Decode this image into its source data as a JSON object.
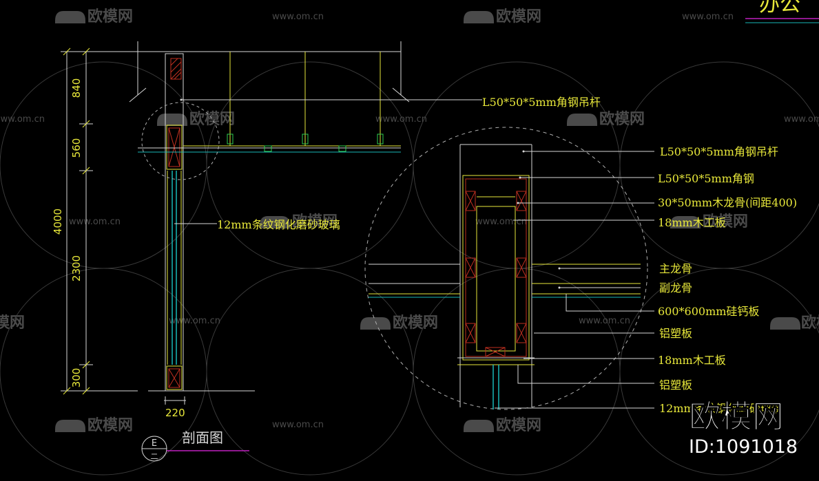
{
  "drawing": {
    "title_partial": "办公",
    "dimensions": {
      "d840": "840",
      "d560": "560",
      "d4000": "4000",
      "d2300": "2300",
      "d300": "300",
      "d220": "220"
    },
    "section_label": "剖面图",
    "section_marker": {
      "top": "E",
      "bottom": "二"
    },
    "main_labels": {
      "hanger_rod": "L50*50*5mm角钢吊杆",
      "glass": "12mm条纹钢化磨砂玻璃"
    },
    "detail_labels": [
      "L50*50*5mm角钢吊杆",
      "L50*50*5mm角钢",
      "30*50mm木龙骨(间距400)",
      "18mm木工板",
      "主龙骨",
      "副龙骨",
      "600*600mm硅钙板",
      "铝塑板",
      "18mm木工板",
      "铝塑板",
      "12mm条纹钢化磨砂玻璃"
    ]
  },
  "watermark": {
    "brand": "欧模网",
    "url": "www.om.cn",
    "id": "ID:1091018"
  },
  "colors": {
    "background": "#000000",
    "text_yellow": "#e8e83a",
    "line_white": "#d8d8d8",
    "line_cyan": "#18b8b8",
    "hatch_red": "#c03020",
    "accent_magenta": "#c020c0",
    "green": "#30d050",
    "watermark": "#4a4a4a"
  }
}
